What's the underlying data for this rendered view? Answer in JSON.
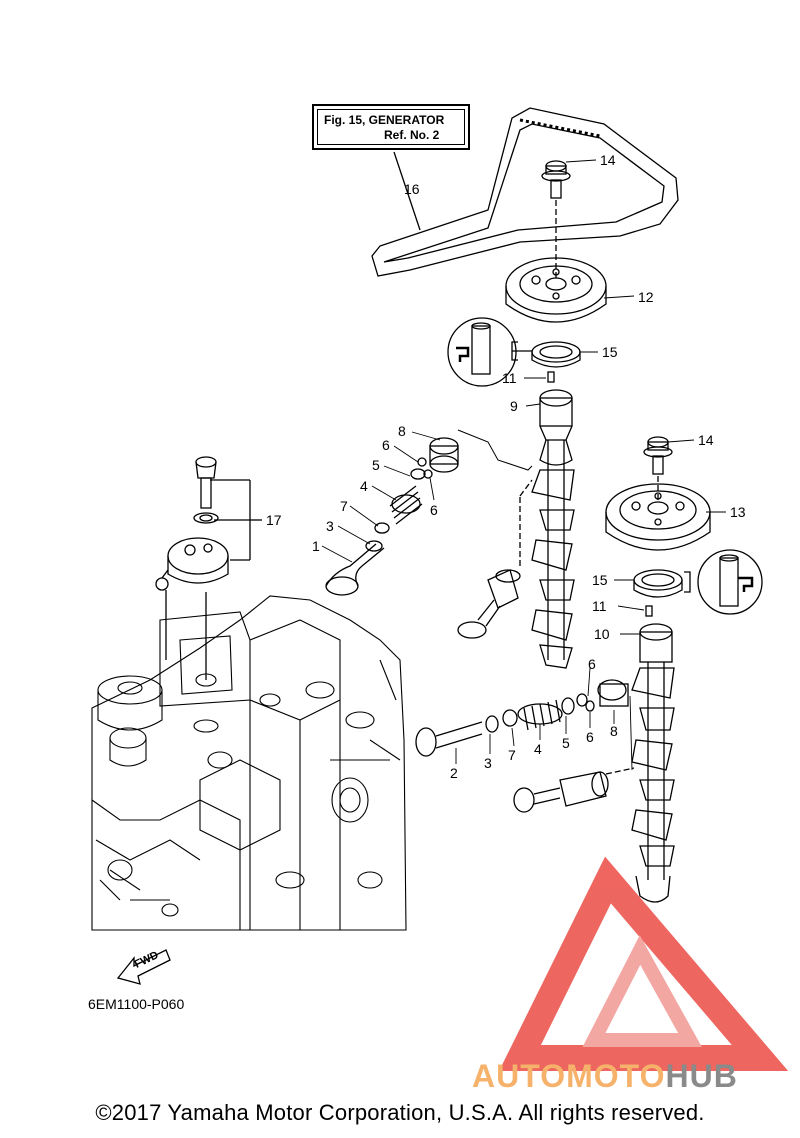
{
  "reference": {
    "title": "Fig. 15, GENERATOR",
    "ref": "Ref. No. 2"
  },
  "part_labels": [
    "1",
    "2",
    "3",
    "3",
    "4",
    "4",
    "5",
    "5",
    "6",
    "6",
    "6",
    "6",
    "7",
    "7",
    "8",
    "8",
    "9",
    "10",
    "11",
    "11",
    "12",
    "13",
    "14",
    "14",
    "15",
    "15",
    "16",
    "17"
  ],
  "fwd_label": "FWD",
  "diagram_code": "6EM1100-P060",
  "watermark": {
    "brand_part1": "AUTOMOTO",
    "brand_part2": "HUB",
    "color_primary": "#e8332a",
    "color_secondary": "#f6b26b",
    "color_tertiary": "#8a8a8a"
  },
  "copyright": "©2017 Yamaha Motor Corporation, U.S.A. All rights reserved."
}
